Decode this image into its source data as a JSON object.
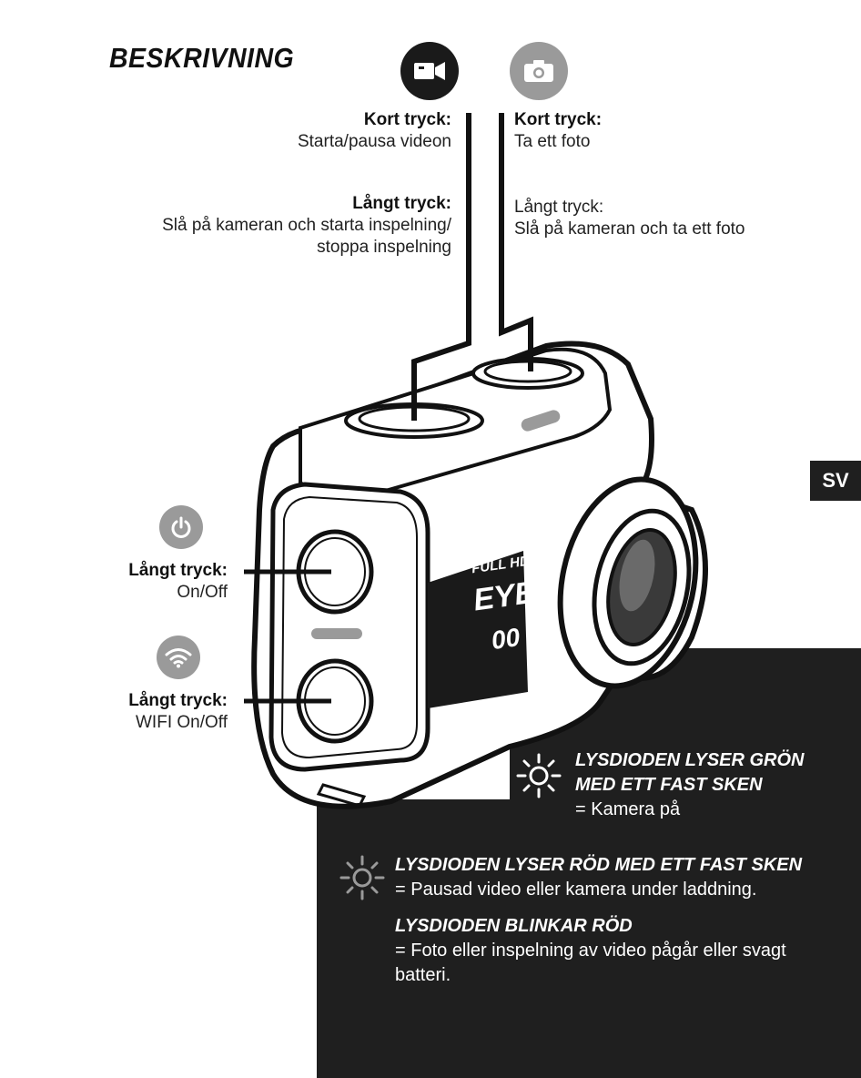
{
  "title": "BESKRIVNING",
  "language_badge": "SV",
  "video_button": {
    "icon": "video-camera-icon",
    "short_label": "Kort tryck:",
    "short_desc": "Starta/pausa videon",
    "long_label": "Långt tryck:",
    "long_desc_line1": "Slå på kameran och starta inspelning/",
    "long_desc_line2": "stoppa inspelning"
  },
  "photo_button": {
    "icon": "photo-camera-icon",
    "short_label": "Kort tryck:",
    "short_desc": "Ta ett foto",
    "long_label": "Långt tryck:",
    "long_desc": "Slå på kameran och ta ett foto"
  },
  "power_button": {
    "icon": "power-icon",
    "label": "Långt tryck:",
    "desc": "On/Off"
  },
  "wifi_button": {
    "icon": "wifi-icon",
    "label": "Långt tryck:",
    "desc": "WIFI On/Off"
  },
  "camera_branding": {
    "line1": "FULL HD",
    "line2": "EYE",
    "line3": "00"
  },
  "led_states": [
    {
      "heading_line1": "LYSDIODEN LYSER GRÖN",
      "heading_line2": "MED ETT FAST SKEN",
      "desc": "= Kamera på"
    },
    {
      "heading": "LYSDIODEN LYSER RÖD MED ETT FAST SKEN",
      "desc": "= Pausad video eller kamera under laddning."
    },
    {
      "heading": "LYSDIODEN BLINKAR RÖD",
      "desc_line1": "= Foto eller inspelning av video pågår eller svagt",
      "desc_line2": "batteri."
    }
  ],
  "colors": {
    "panel": "#1f1f1f",
    "icon_dark": "#1a1a1a",
    "icon_grey": "#9a9a9a"
  }
}
